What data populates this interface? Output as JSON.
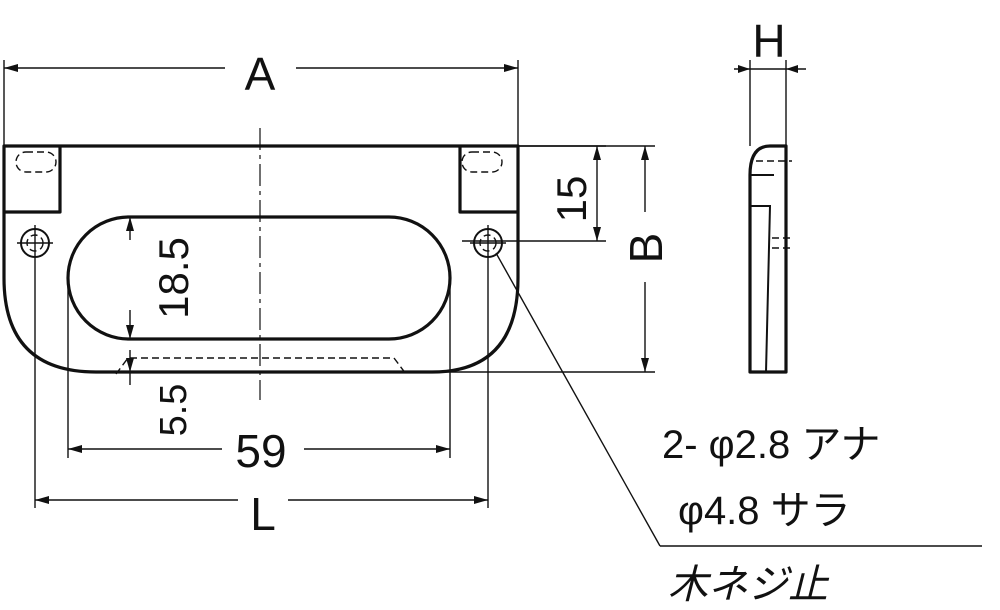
{
  "dimensions": {
    "a": "A",
    "b": "B",
    "h": "H",
    "l": "L",
    "fifteen": "15",
    "eighteen_five": "18.5",
    "five_five": "5.5",
    "fifty_nine": "59"
  },
  "note": {
    "line1": "2- φ2.8 アナ",
    "line2": "φ4.8 サラ",
    "line3": "木ネジ止"
  }
}
